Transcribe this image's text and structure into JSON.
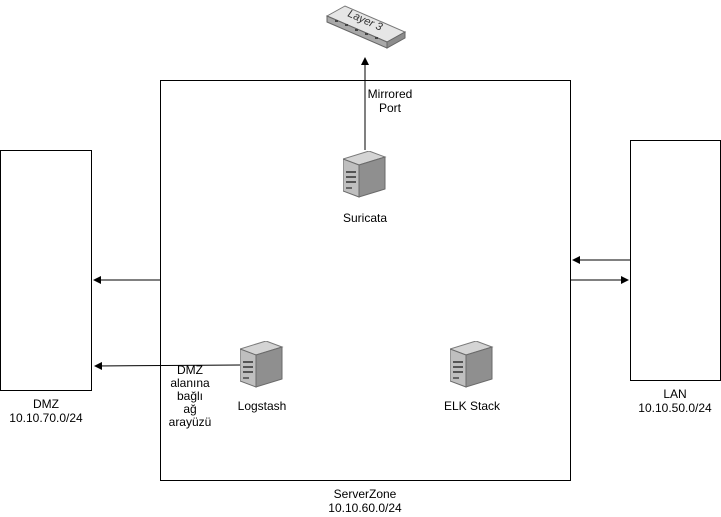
{
  "zones": {
    "dmz": {
      "name": "DMZ",
      "subnet": "10.10.70.0/24"
    },
    "serverzone": {
      "name": "ServerZone",
      "subnet": "10.10.60.0/24"
    },
    "lan": {
      "name": "LAN",
      "subnet": "10.10.50.0/24"
    }
  },
  "nodes": {
    "switch": {
      "label": "Layer 3",
      "icon": "layer3-switch-icon"
    },
    "suricata": {
      "label": "Suricata",
      "icon": "server-icon"
    },
    "logstash": {
      "label": "Logstash",
      "icon": "server-icon"
    },
    "elk": {
      "label": "ELK Stack",
      "icon": "server-icon"
    }
  },
  "edge_labels": {
    "mirrored_line1": "Mirrored",
    "mirrored_line2": "Port",
    "dmz_iface_line1": "DMZ",
    "dmz_iface_line2": "alanına",
    "dmz_iface_line3": "bağlı",
    "dmz_iface_line4": "ağ",
    "dmz_iface_line5": "arayüzü"
  }
}
